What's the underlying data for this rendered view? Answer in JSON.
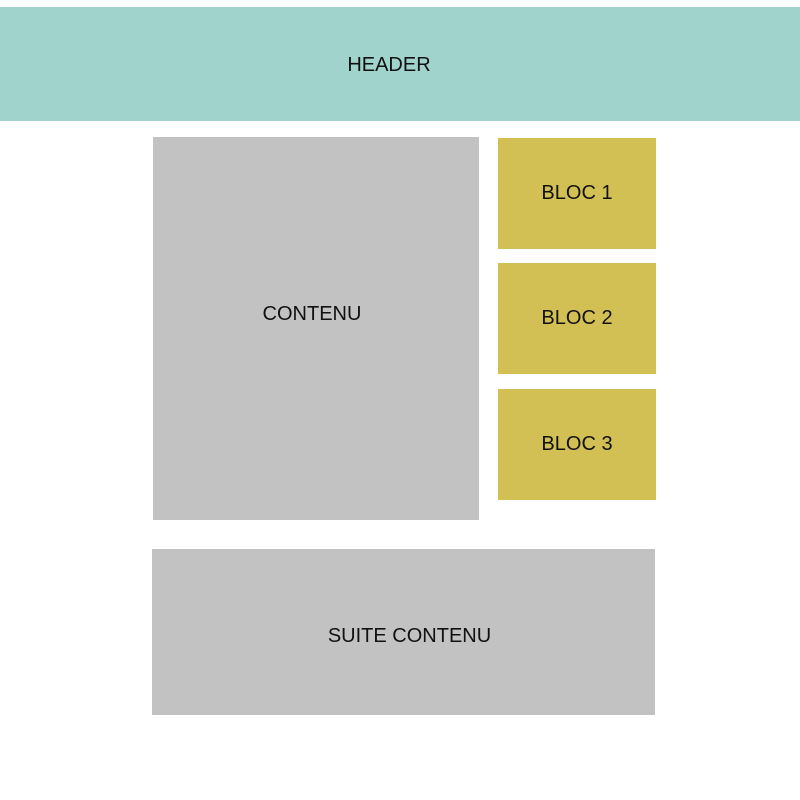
{
  "colors": {
    "header_bg": "#9fd3cc",
    "content_bg": "#c2c2c2",
    "bloc_bg": "#d3c054",
    "text": "#111111"
  },
  "header": {
    "label": "HEADER"
  },
  "main": {
    "label": "CONTENU"
  },
  "sidebar": {
    "blocks": [
      {
        "label": "BLOC 1"
      },
      {
        "label": "BLOC 2"
      },
      {
        "label": "BLOC 3"
      }
    ]
  },
  "footer_content": {
    "label": "SUITE CONTENU"
  }
}
